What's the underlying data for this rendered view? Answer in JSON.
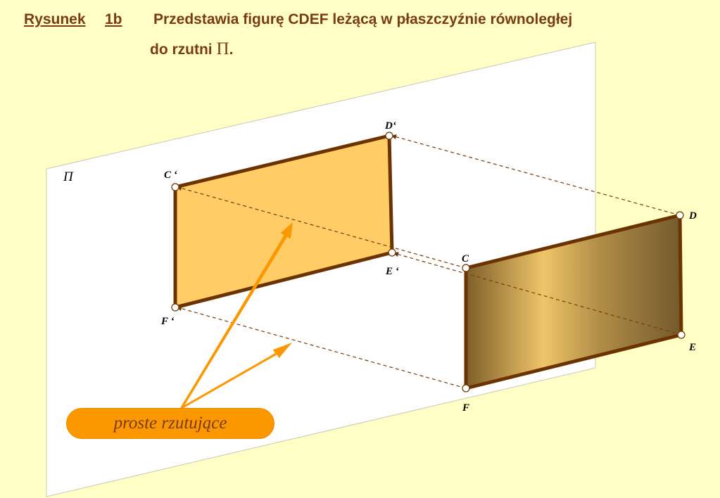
{
  "header": {
    "figure_word": "Rysunek",
    "figure_number": "1b",
    "title_line1": "Przedstawia figurę CDEF leżącą w płaszczyźnie równoległej",
    "title_line2_prefix": "do rzutni",
    "title_pi": "Π",
    "title_period": "."
  },
  "plane_label": "Π",
  "points": {
    "C_prime": "C ‘",
    "D_prime": "D‘",
    "E_prime": "E ‘",
    "F_prime": "F ‘",
    "C": "C",
    "D": "D",
    "E": "E",
    "F": "F"
  },
  "callout": "proste rzutujące",
  "colors": {
    "background": "#ffffc6",
    "text_brown": "#7a3b10",
    "projection_fill": "#ffcc66",
    "edge_brown": "#6b3300",
    "arrow_orange": "#fb9800"
  }
}
